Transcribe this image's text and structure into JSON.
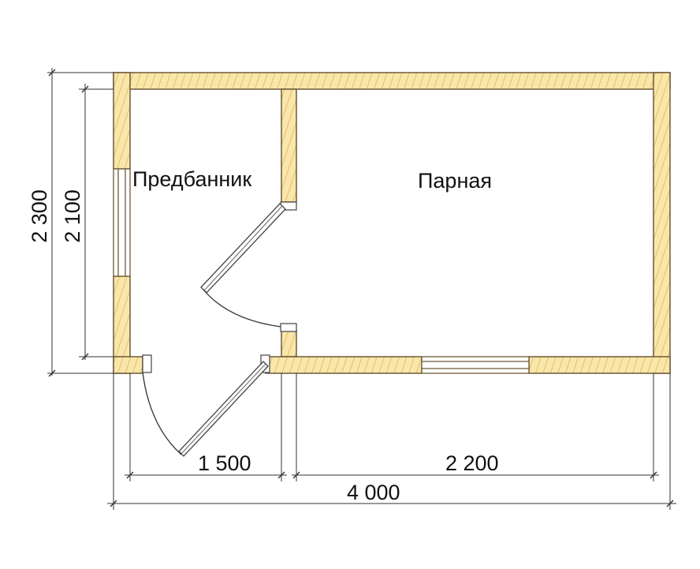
{
  "rooms": {
    "vestibule": "Предбанник",
    "steam_room": "Парная"
  },
  "dimensions": {
    "overall_height": "2 300",
    "inner_height": "2 100",
    "vestibule_width": "1 500",
    "steam_room_width": "2 200",
    "overall_width": "4 000"
  },
  "colors": {
    "wall_fill": "#f9e7a8",
    "wall_hatch": "#d6a861",
    "wall_outline": "#6e5a3a",
    "line": "#333333",
    "text": "#111111"
  }
}
